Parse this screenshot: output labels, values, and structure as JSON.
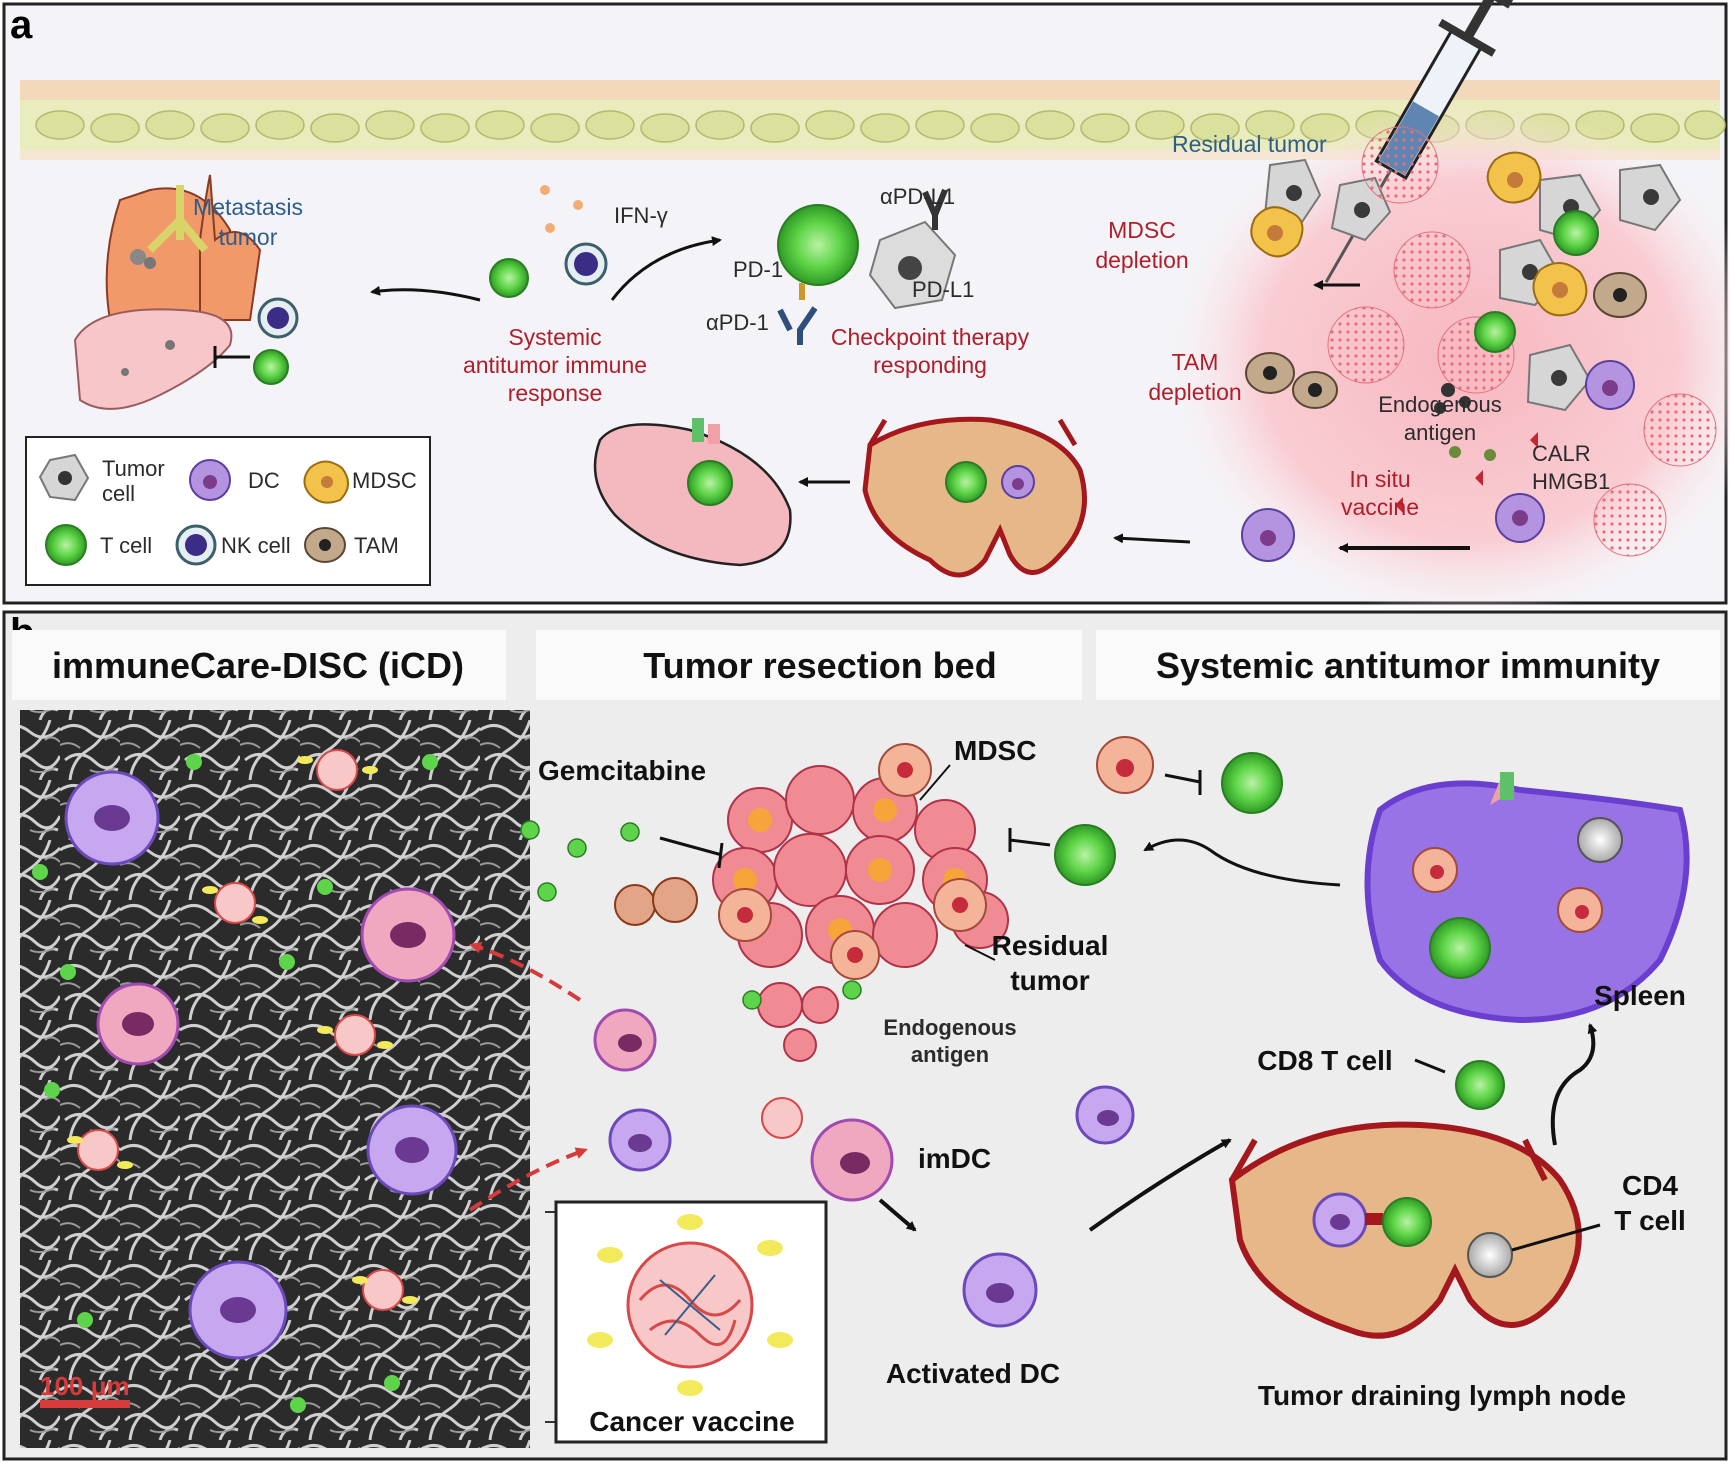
{
  "panel_a": {
    "letter": "a",
    "labels": {
      "metastasis": [
        "Metastasis",
        "tumor"
      ],
      "ifn": "IFN-γ",
      "systemic": [
        "Systemic",
        "antitumor immune",
        "response"
      ],
      "apd_l1": "αPD-L1",
      "pd1": "PD-1",
      "pdl1": "PD-L1",
      "apd1": "αPD-1",
      "checkpoint": [
        "Checkpoint therapy",
        "responding"
      ],
      "residual": "Residual tumor",
      "mdsc_depl": [
        "MDSC",
        "depletion"
      ],
      "tam_depl": [
        "TAM",
        "depletion"
      ],
      "endogenous": [
        "Endogenous",
        "antigen"
      ],
      "calr": "CALR",
      "hmgb1": "HMGB1",
      "insitu": [
        "In situ",
        "vaccine"
      ]
    },
    "legend": {
      "tumor": [
        "Tumor",
        "cell"
      ],
      "dc": "DC",
      "mdsc": "MDSC",
      "tcell": "T cell",
      "nk": "NK cell",
      "tam": "TAM"
    }
  },
  "panel_b": {
    "letter": "b",
    "headers": [
      "immuneCare-DISC (iCD)",
      "Tumor resection bed",
      "Systemic antitumor immunity"
    ],
    "labels": {
      "gemcitabine": "Gemcitabine",
      "mdsc": "MDSC",
      "residual": [
        "Residual",
        "tumor"
      ],
      "endogenous": [
        "Endogenous",
        "antigen"
      ],
      "imdc": "imDC",
      "activated": "Activated DC",
      "cancer_vaccine": "Cancer vaccine",
      "scale_bar": "100 μm",
      "spleen": "Spleen",
      "cd8": "CD8 T cell",
      "cd4": [
        "CD4",
        "T cell"
      ],
      "tdln": "Tumor draining lymph node"
    }
  },
  "colors": {
    "tcell": "#5ed44a",
    "dc": "#b493e0",
    "mdsc": "#f2c24a",
    "tumor_pink": "#f08a93",
    "spleen": "#8d6be0",
    "node": "#e6b889",
    "red_text": "#b01e2a",
    "blue_text": "#2f5d8a"
  }
}
